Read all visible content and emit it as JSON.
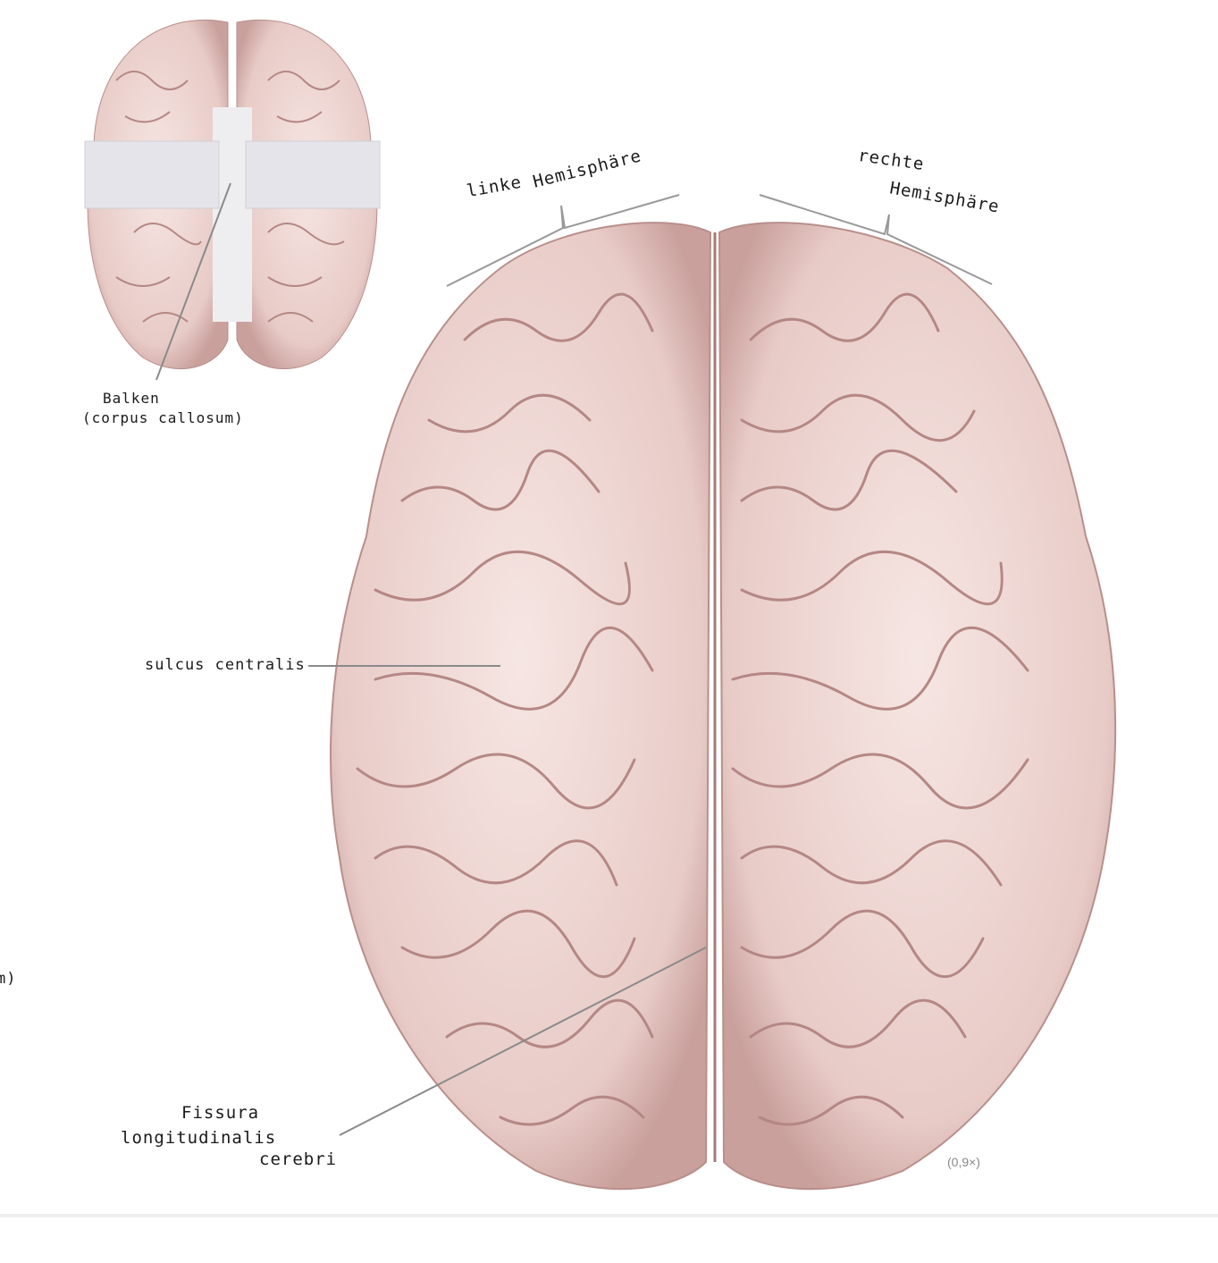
{
  "labels": {
    "left_hemisphere": [
      "linke",
      "Hemisphäre"
    ],
    "right_hemisphere": [
      "rechte",
      "Hemisphäre"
    ],
    "corpus_callosum": [
      "Balken",
      "(corpus callosum)"
    ],
    "sulcus_centralis": "sulcus centralis",
    "fissura": [
      "Fissura",
      "longitudinalis",
      "cerebri"
    ],
    "cutoff_fragment": "m)",
    "scale": "(0,9×)"
  },
  "colors": {
    "brain_fill": "#ecd3d0",
    "brain_shadow": "#c79a97",
    "gyrus_line": "#b58784",
    "leader_line": "#8a8a8a",
    "band": "#e4e4ea"
  }
}
